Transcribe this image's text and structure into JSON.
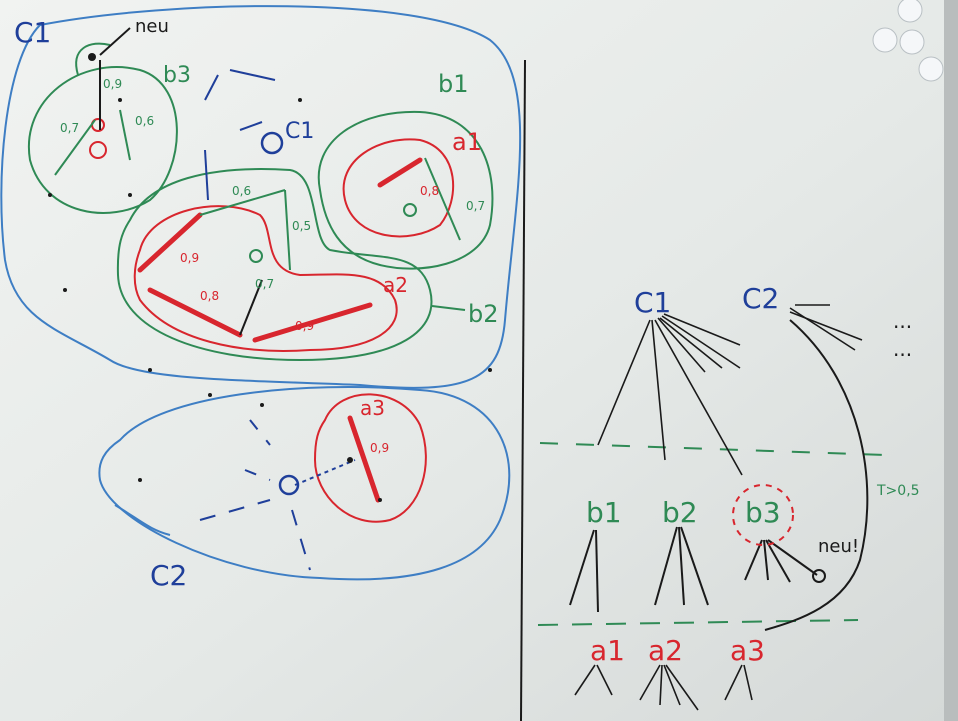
{
  "colors": {
    "board": "#e4e8e6",
    "blue": "#3e7ec4",
    "darkblue": "#1f3f9a",
    "red": "#d8262e",
    "green": "#2f8a55",
    "black": "#1a1a1a",
    "magnet": "#f4f6f8"
  },
  "left": {
    "c1_label": "C1",
    "c2_label": "C2",
    "c1_center_label": "C1",
    "neu_label": "neu",
    "b1_label": "b1",
    "b2_label": "b2",
    "b3_label": "b3",
    "a1_label": "a1",
    "a2_label": "a2",
    "a3_label": "a3",
    "weights": {
      "w1": "0,7",
      "w2": "0,6",
      "w3": "0,9",
      "w4": "0,6",
      "w5": "0,5",
      "w6": "0,9",
      "w7": "0,8",
      "w8": "0,7",
      "w9": "0,9",
      "w10": "0,8",
      "w11": "0,7",
      "w12": "0,9"
    }
  },
  "right": {
    "c1_label": "C1",
    "c2_label": "C2",
    "b1_label": "b1",
    "b2_label": "b2",
    "b3_label": "b3",
    "a1_label": "a1",
    "a2_label": "a2",
    "a3_label": "a3",
    "neu_label": "neu!",
    "threshold": "T>0,5",
    "dots_1": "...",
    "dots_2": "..."
  }
}
